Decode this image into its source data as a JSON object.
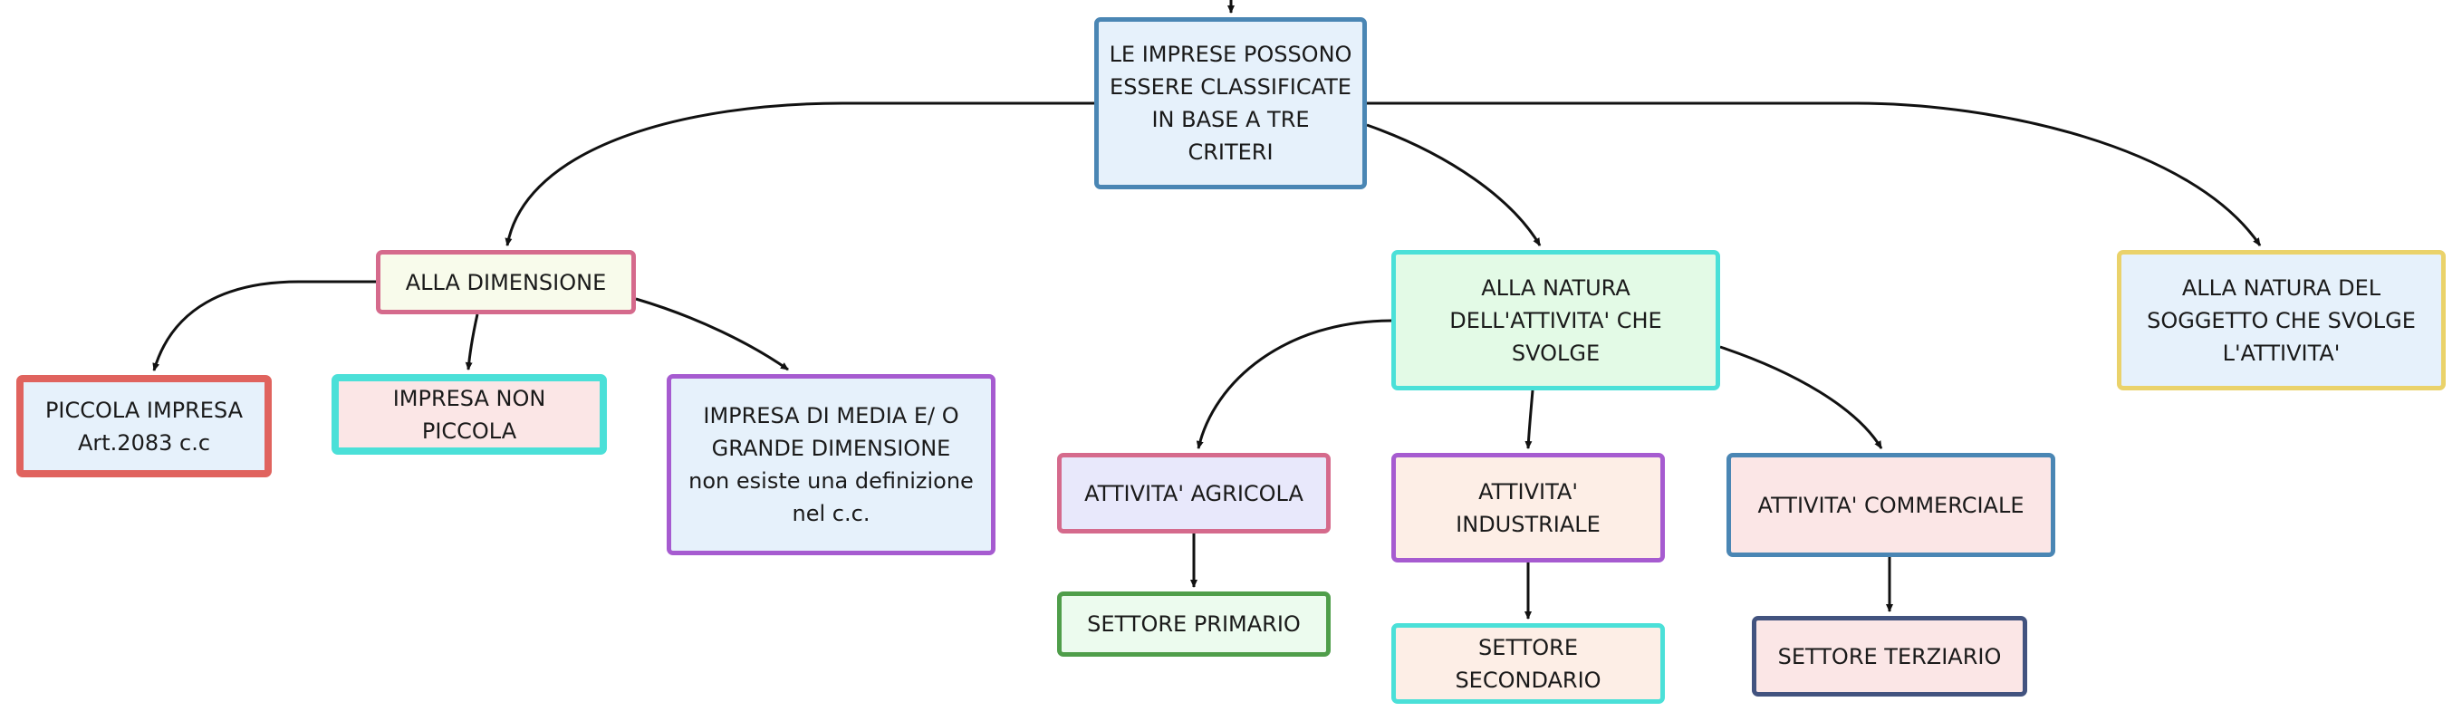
{
  "diagram": {
    "root": {
      "label": "LE IMPRESE POSSONO\nESSERE CLASSIFICATE\nIN BASE A TRE CRITERI"
    },
    "criteria": {
      "dimensione": {
        "label": "ALLA DIMENSIONE"
      },
      "natura_attivita": {
        "label": "ALLA NATURA\nDELL'ATTIVITA' CHE SVOLGE"
      },
      "natura_soggetto": {
        "label": "ALLA NATURA DEL\nSOGGETTO CHE SVOLGE\nL'ATTIVITA'"
      }
    },
    "dimensione_children": {
      "piccola": {
        "label": "PICCOLA IMPRESA\nArt.2083 c.c"
      },
      "non_piccola": {
        "label": "IMPRESA NON\nPICCOLA"
      },
      "media_grande": {
        "label": "IMPRESA DI MEDIA E/ O\nGRANDE DIMENSIONE\nnon esiste una definizione\nnel c.c."
      }
    },
    "attivita_children": {
      "agricola": {
        "label": "ATTIVITA' AGRICOLA"
      },
      "industriale": {
        "label": "ATTIVITA' INDUSTRIALE"
      },
      "commerciale": {
        "label": "ATTIVITA' COMMERCIALE"
      }
    },
    "settori": {
      "primario": {
        "label": "SETTORE PRIMARIO"
      },
      "secondario": {
        "label": "SETTORE SECONDARIO"
      },
      "terziario": {
        "label": "SETTORE TERZIARIO"
      }
    },
    "colors": {
      "connector": "#111111",
      "blue_border": "#4a86b4",
      "pink_border": "#d56a8c",
      "teal_border": "#4be0d8",
      "yellow_border": "#ead26a",
      "red_border": "#e0635e",
      "purple_border": "#a65bd0",
      "green_border": "#4f9e4a",
      "navy_border": "#42537f"
    }
  }
}
